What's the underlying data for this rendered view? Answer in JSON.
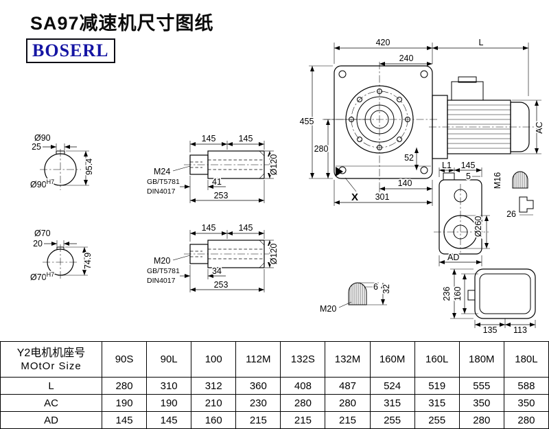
{
  "page": {
    "title": "SA97减速机尺寸图纸",
    "logo": "BOSERL"
  },
  "main_view": {
    "dim_420": "420",
    "dim_L": "L",
    "dim_240": "240",
    "dim_455": "455",
    "dim_280": "280",
    "dim_AC": "AC",
    "dim_52": "52",
    "dim_140": "140",
    "dim_301": "301",
    "mark_X": "X"
  },
  "hollow_shaft_large": {
    "dia": "Ø90",
    "key_width": "25",
    "key_height": "95.4",
    "bore": "Ø90",
    "bore_tol": "H7"
  },
  "hollow_shaft_small": {
    "dia": "Ø70",
    "key_width": "20",
    "key_height": "74.9",
    "bore": "Ø70",
    "bore_tol": "H7"
  },
  "shaft_detail_top": {
    "len1": "145",
    "len2": "145",
    "dia": "Ø120",
    "thread": "M24",
    "std1": "GB/T5781",
    "thread_len": "41",
    "std2": "DIN4017",
    "total_len": "253"
  },
  "shaft_detail_bottom": {
    "len1": "145",
    "len2": "145",
    "dia": "Ø120",
    "thread": "M20",
    "std1": "GB/T5781",
    "thread_len": "34",
    "std2": "DIN4017",
    "total_len": "253"
  },
  "side_view": {
    "dim_L1": "L1",
    "dim_145": "145",
    "dim_5": "5",
    "thread": "M16",
    "dia": "Ø260",
    "dim_26": "26",
    "dim_AD": "AD"
  },
  "plug_detail": {
    "dim_6": "6",
    "dim_32": "32",
    "thread": "M20"
  },
  "rear_view": {
    "dim_236": "236",
    "dim_160": "160",
    "dim_135": "135",
    "dim_113": "113"
  },
  "table": {
    "header_line1": "Y2电机机座号",
    "header_line2": "MOtOr Size",
    "columns": [
      "90S",
      "90L",
      "100",
      "112M",
      "132S",
      "132M",
      "160M",
      "160L",
      "180M",
      "180L"
    ],
    "rows": [
      {
        "label": "L",
        "values": [
          "280",
          "310",
          "312",
          "360",
          "408",
          "487",
          "524",
          "519",
          "555",
          "588"
        ]
      },
      {
        "label": "AC",
        "values": [
          "190",
          "190",
          "210",
          "230",
          "280",
          "280",
          "315",
          "315",
          "350",
          "350"
        ]
      },
      {
        "label": "AD",
        "values": [
          "145",
          "145",
          "160",
          "215",
          "215",
          "215",
          "255",
          "255",
          "280",
          "280"
        ]
      }
    ]
  }
}
